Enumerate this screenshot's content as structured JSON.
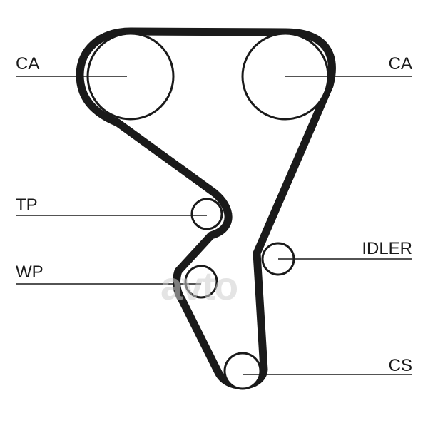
{
  "labels": {
    "cam_left": "CA",
    "cam_right": "CA",
    "tensioner": "TP",
    "water_pump": "WP",
    "idler": "IDLER",
    "crankshaft": "CS"
  },
  "watermark": "avto",
  "colors": {
    "belt": "#1a1a1a",
    "pulley": "#1a1a1a",
    "leader": "#1a1a1a",
    "watermark": "#cfcfcf"
  }
}
